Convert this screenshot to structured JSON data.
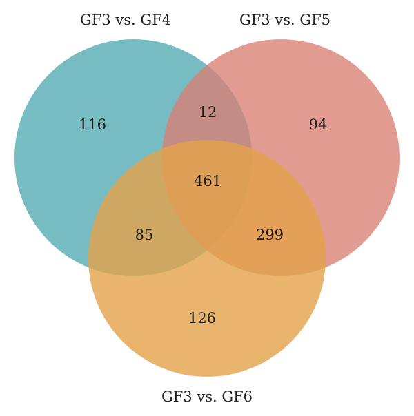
{
  "sets": [
    {
      "key": "a",
      "label": "GF3 vs. GF4",
      "color": "#5fb0b8"
    },
    {
      "key": "b",
      "label": "GF3 vs. GF5",
      "color": "#d97f72"
    },
    {
      "key": "c",
      "label": "GF3 vs. GF6",
      "color": "#e3a24a"
    }
  ],
  "regions": {
    "a_only": "116",
    "b_only": "94",
    "c_only": "126",
    "ab": "12",
    "ac": "85",
    "bc": "299",
    "abc": "461"
  }
}
